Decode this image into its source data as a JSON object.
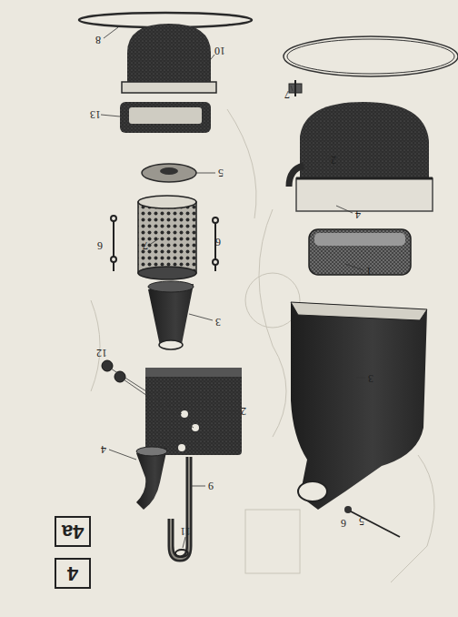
{
  "diagram": {
    "nodes": [
      {
        "text": [
          "4"
        ]
      },
      {
        "text": [
          "4a"
        ]
      }
    ],
    "labels": [
      "8",
      "10",
      "13",
      "5",
      "6",
      "7",
      "6",
      "3",
      "12",
      "2",
      "4",
      "9",
      "11",
      "7",
      "2",
      "4",
      "1",
      "3",
      "6",
      "5"
    ]
  }
}
